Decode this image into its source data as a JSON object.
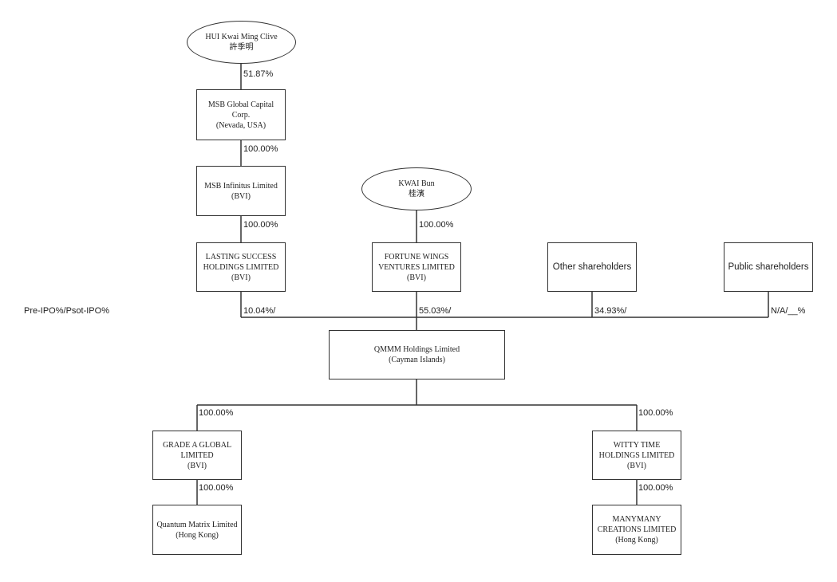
{
  "row_label": "Pre-IPO%/Psot-IPO%",
  "nodes": {
    "hui": {
      "name": "HUI Kwai Ming Clive",
      "chinese": "許季明"
    },
    "msb_global": {
      "line1": "MSB Global Capital",
      "line2": "Corp.",
      "line3": "(Nevada, USA)"
    },
    "msb_infinitus": {
      "line1": "MSB Infinitus Limited",
      "line2": "(BVI)"
    },
    "kwai_bun": {
      "name": "KWAI Bun",
      "chinese": "桂濱"
    },
    "lasting": {
      "line1": "LASTING SUCCESS",
      "line2": "HOLDINGS LIMITED",
      "line3": "(BVI)"
    },
    "fortune": {
      "line1": "FORTUNE WINGS",
      "line2": "VENTURES LIMITED",
      "line3": "(BVI)"
    },
    "other": {
      "label": "Other shareholders"
    },
    "public": {
      "label": "Public shareholders"
    },
    "qmmm": {
      "line1": "QMMM Holdings Limited",
      "line2": "(Cayman Islands)"
    },
    "grade_a": {
      "line1": "GRADE A GLOBAL",
      "line2": "LIMITED",
      "line3": "(BVI)"
    },
    "witty": {
      "line1": "WITTY TIME",
      "line2": "HOLDINGS LIMITED",
      "line3": "(BVI)"
    },
    "quantum": {
      "line1": "Quantum Matrix Limited",
      "line2": "(Hong Kong)"
    },
    "manymany": {
      "line1": "MANYMANY",
      "line2": "CREATIONS LIMITED",
      "line3": "(Hong Kong)"
    }
  },
  "percentages": {
    "hui_to_msb_global": "51.87%",
    "msb_global_to_infinitus": "100.00%",
    "infinitus_to_lasting": "100.00%",
    "kwai_to_fortune": "100.00%",
    "lasting_to_qmmm": "10.04%/",
    "fortune_to_qmmm": "55.03%/",
    "other_to_qmmm": "34.93%/",
    "public_to_qmmm": "N/A/__%",
    "qmmm_to_grade_a": "100.00%",
    "qmmm_to_witty": "100.00%",
    "grade_a_to_quantum": "100.00%",
    "witty_to_manymany": "100.00%"
  }
}
